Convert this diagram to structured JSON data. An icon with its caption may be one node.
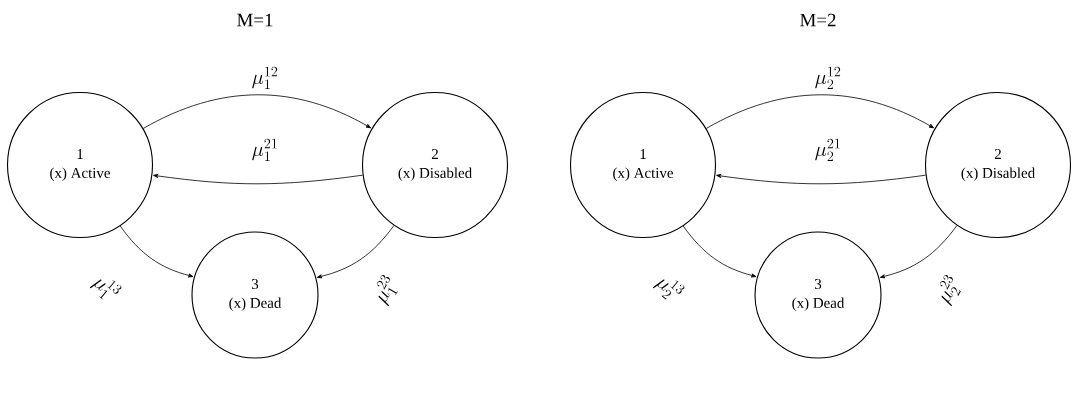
{
  "diagram": {
    "nodes": [
      {
        "text": [
          "1",
          "(x) Active"
        ]
      },
      {
        "text": [
          "2",
          "(x) Disabled"
        ]
      },
      {
        "text": [
          "3",
          "(x) Dead"
        ]
      },
      {
        "text": [
          "1",
          "(x) Active"
        ]
      },
      {
        "text": [
          "2",
          "(x) Disabled"
        ]
      },
      {
        "text": [
          "3",
          "(x) Dead"
        ]
      }
    ],
    "edges": [
      {
        "from": 0,
        "to": 1,
        "arrow": "to",
        "label": "\\mu_1^{12}"
      },
      {
        "from": 1,
        "to": 0,
        "arrow": "to",
        "label": "\\mu_1^{21}"
      },
      {
        "from": 0,
        "to": 2,
        "arrow": "to",
        "label": "\\mu_1^{13}"
      },
      {
        "from": 1,
        "to": 2,
        "arrow": "to",
        "label": "\\mu_1^{23}"
      },
      {
        "from": 3,
        "to": 4,
        "arrow": "to",
        "label": "\\mu_2^{12}"
      },
      {
        "from": 4,
        "to": 3,
        "arrow": "to",
        "label": "\\mu_2^{21}"
      },
      {
        "from": 3,
        "to": 5,
        "arrow": "to",
        "label": "\\mu_2^{13}"
      },
      {
        "from": 4,
        "to": 5,
        "arrow": "to",
        "label": "\\mu_2^{23}"
      }
    ],
    "labels": [
      "M=1",
      "M=2"
    ]
  }
}
